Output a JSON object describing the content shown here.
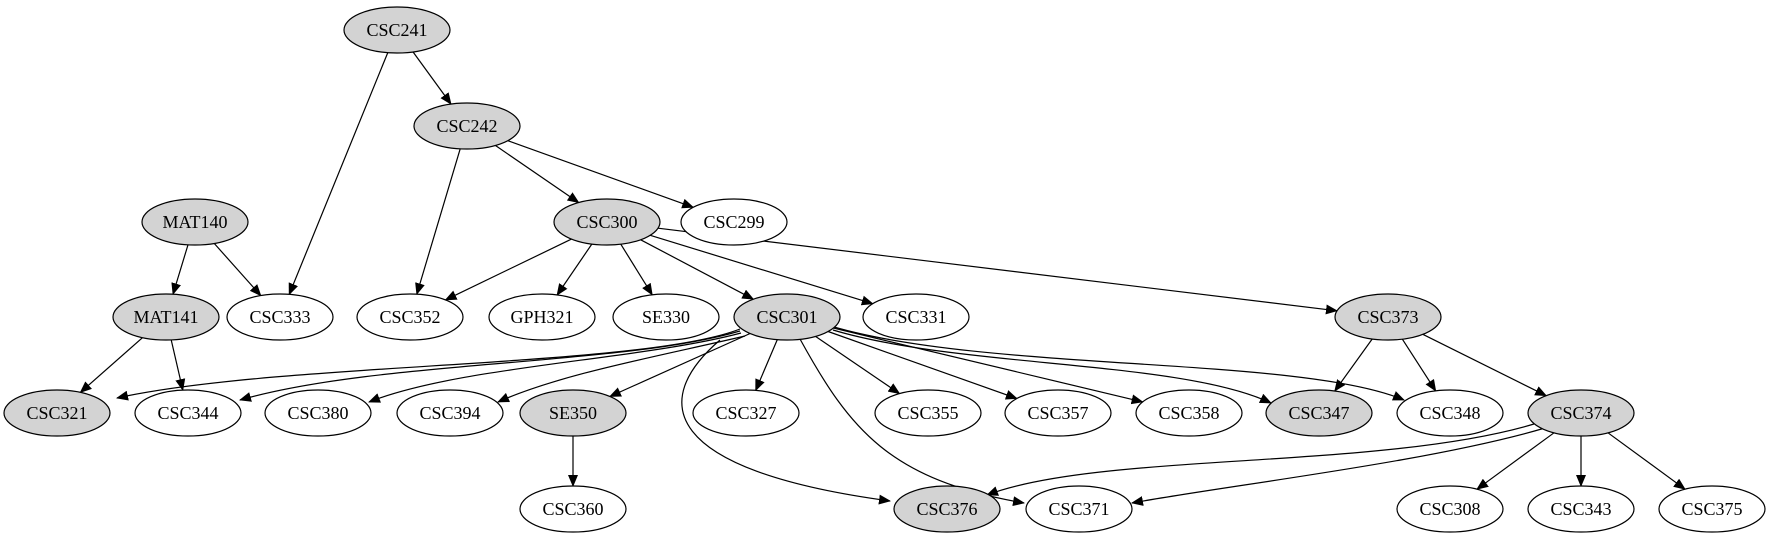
{
  "diagram": {
    "type": "directed-graph",
    "colors": {
      "shaded": "#d3d3d3",
      "plain": "#ffffff",
      "stroke": "#000000"
    },
    "nodes": [
      {
        "id": "CSC241",
        "label": "CSC241",
        "shaded": true
      },
      {
        "id": "CSC242",
        "label": "CSC242",
        "shaded": true
      },
      {
        "id": "MAT140",
        "label": "MAT140",
        "shaded": true
      },
      {
        "id": "CSC300",
        "label": "CSC300",
        "shaded": true
      },
      {
        "id": "CSC299",
        "label": "CSC299",
        "shaded": false
      },
      {
        "id": "MAT141",
        "label": "MAT141",
        "shaded": true
      },
      {
        "id": "CSC333",
        "label": "CSC333",
        "shaded": false
      },
      {
        "id": "CSC352",
        "label": "CSC352",
        "shaded": false
      },
      {
        "id": "GPH321",
        "label": "GPH321",
        "shaded": false
      },
      {
        "id": "SE330",
        "label": "SE330",
        "shaded": false
      },
      {
        "id": "CSC301",
        "label": "CSC301",
        "shaded": true
      },
      {
        "id": "CSC331",
        "label": "CSC331",
        "shaded": false
      },
      {
        "id": "CSC373",
        "label": "CSC373",
        "shaded": true
      },
      {
        "id": "CSC321",
        "label": "CSC321",
        "shaded": true
      },
      {
        "id": "CSC344",
        "label": "CSC344",
        "shaded": false
      },
      {
        "id": "CSC380",
        "label": "CSC380",
        "shaded": false
      },
      {
        "id": "CSC394",
        "label": "CSC394",
        "shaded": false
      },
      {
        "id": "SE350",
        "label": "SE350",
        "shaded": true
      },
      {
        "id": "CSC327",
        "label": "CSC327",
        "shaded": false
      },
      {
        "id": "CSC355",
        "label": "CSC355",
        "shaded": false
      },
      {
        "id": "CSC357",
        "label": "CSC357",
        "shaded": false
      },
      {
        "id": "CSC358",
        "label": "CSC358",
        "shaded": false
      },
      {
        "id": "CSC347",
        "label": "CSC347",
        "shaded": true
      },
      {
        "id": "CSC348",
        "label": "CSC348",
        "shaded": false
      },
      {
        "id": "CSC374",
        "label": "CSC374",
        "shaded": true
      },
      {
        "id": "CSC360",
        "label": "CSC360",
        "shaded": false
      },
      {
        "id": "CSC376",
        "label": "CSC376",
        "shaded": true
      },
      {
        "id": "CSC371",
        "label": "CSC371",
        "shaded": false
      },
      {
        "id": "CSC308",
        "label": "CSC308",
        "shaded": false
      },
      {
        "id": "CSC343",
        "label": "CSC343",
        "shaded": false
      },
      {
        "id": "CSC375",
        "label": "CSC375",
        "shaded": false
      }
    ],
    "edges": [
      {
        "from": "CSC241",
        "to": "CSC242"
      },
      {
        "from": "CSC241",
        "to": "CSC333"
      },
      {
        "from": "CSC242",
        "to": "CSC300"
      },
      {
        "from": "CSC242",
        "to": "CSC299"
      },
      {
        "from": "CSC242",
        "to": "CSC352"
      },
      {
        "from": "MAT140",
        "to": "MAT141"
      },
      {
        "from": "MAT140",
        "to": "CSC333"
      },
      {
        "from": "MAT141",
        "to": "CSC321"
      },
      {
        "from": "MAT141",
        "to": "CSC344"
      },
      {
        "from": "CSC300",
        "to": "CSC352"
      },
      {
        "from": "CSC300",
        "to": "GPH321"
      },
      {
        "from": "CSC300",
        "to": "SE330"
      },
      {
        "from": "CSC300",
        "to": "CSC301"
      },
      {
        "from": "CSC300",
        "to": "CSC331"
      },
      {
        "from": "CSC300",
        "to": "CSC373"
      },
      {
        "from": "CSC301",
        "to": "CSC321"
      },
      {
        "from": "CSC301",
        "to": "CSC344"
      },
      {
        "from": "CSC301",
        "to": "CSC380"
      },
      {
        "from": "CSC301",
        "to": "CSC394"
      },
      {
        "from": "CSC301",
        "to": "SE350"
      },
      {
        "from": "CSC301",
        "to": "CSC327"
      },
      {
        "from": "CSC301",
        "to": "CSC355"
      },
      {
        "from": "CSC301",
        "to": "CSC357"
      },
      {
        "from": "CSC301",
        "to": "CSC358"
      },
      {
        "from": "CSC301",
        "to": "CSC347"
      },
      {
        "from": "CSC301",
        "to": "CSC348"
      },
      {
        "from": "CSC301",
        "to": "CSC376"
      },
      {
        "from": "CSC301",
        "to": "CSC371"
      },
      {
        "from": "CSC373",
        "to": "CSC347"
      },
      {
        "from": "CSC373",
        "to": "CSC348"
      },
      {
        "from": "CSC373",
        "to": "CSC374"
      },
      {
        "from": "SE350",
        "to": "CSC360"
      },
      {
        "from": "CSC374",
        "to": "CSC376"
      },
      {
        "from": "CSC374",
        "to": "CSC371"
      },
      {
        "from": "CSC374",
        "to": "CSC308"
      },
      {
        "from": "CSC374",
        "to": "CSC343"
      },
      {
        "from": "CSC374",
        "to": "CSC375"
      }
    ]
  }
}
